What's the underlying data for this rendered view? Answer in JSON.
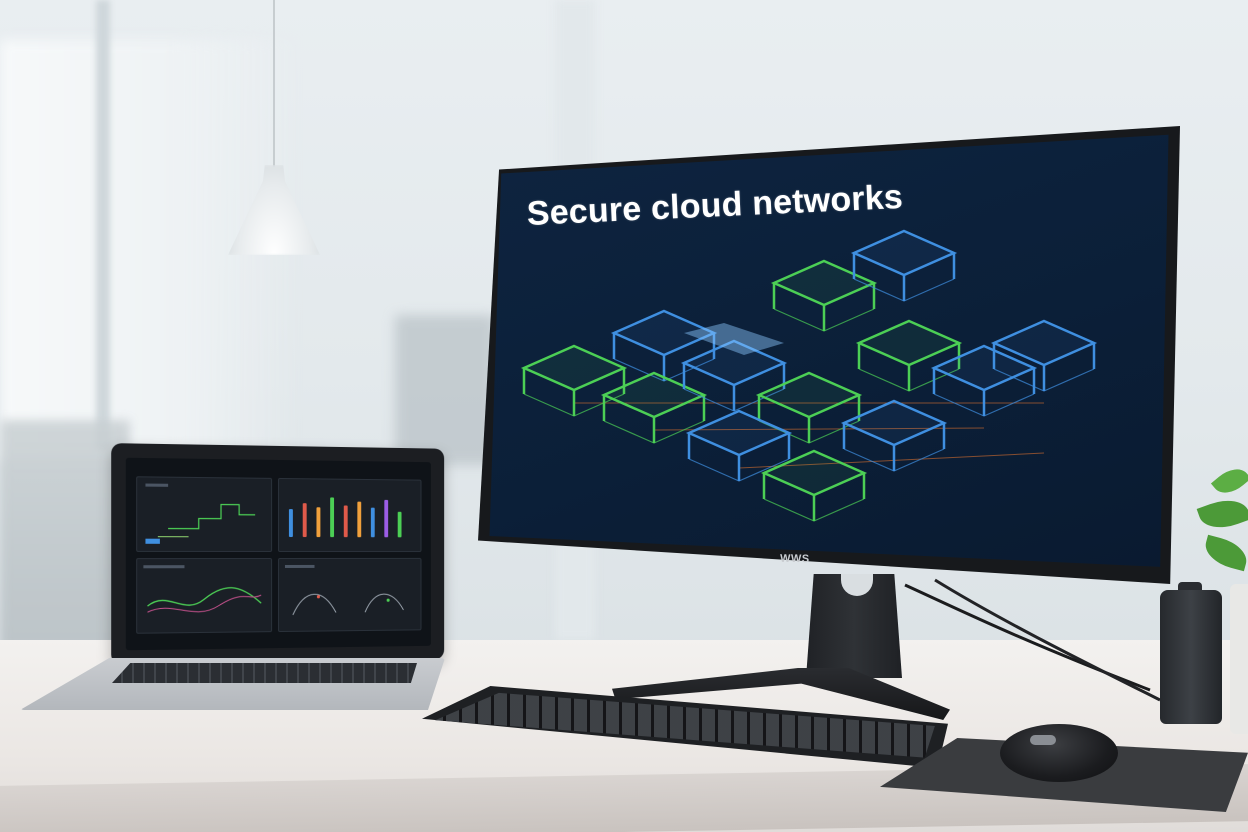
{
  "monitor": {
    "title": "Secure cloud networks",
    "brand_label": "WWS"
  },
  "laptop": {
    "dashboard_panels": [
      "network-graph",
      "bar-chart",
      "line-chart",
      "scatter-plot"
    ]
  },
  "colors": {
    "screen_background": "#0b1f38",
    "network_green": "#4ccf55",
    "network_blue": "#3f8fe0",
    "connection_orange": "#d9702f"
  },
  "icons": [
    "desk-lamp-icon",
    "plant-icon"
  ]
}
